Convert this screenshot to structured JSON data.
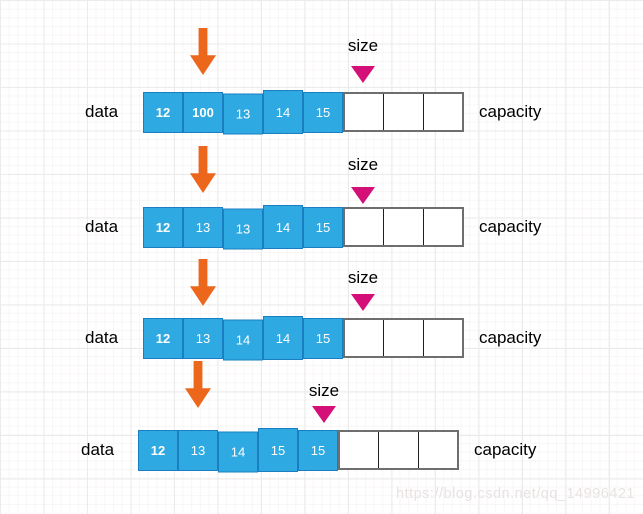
{
  "diagram": {
    "type": "vector-erase-shift-sequence",
    "colors": {
      "cell_fill": "#2ea9e1",
      "cell_border": "#1b7ec2",
      "empty_cell_border": "#6e6e6e",
      "arrow": "#ec671c",
      "size_marker": "#d41078",
      "label_text": "#000000",
      "cell_text": "#ffffff",
      "grid_line": "#ebebeb"
    },
    "rows": [
      {
        "data_label": "data",
        "capacity_label": "capacity",
        "size_label": "size",
        "cells": [
          {
            "value": "12",
            "bold": true
          },
          {
            "value": "100",
            "bold": true
          },
          {
            "value": "13",
            "bold": false
          },
          {
            "value": "14",
            "bold": false
          },
          {
            "value": "15",
            "bold": false
          }
        ],
        "empty_cell_count": 3,
        "arrow_points_to_index": 1,
        "size_marker_index": 5
      },
      {
        "data_label": "data",
        "capacity_label": "capacity",
        "size_label": "size",
        "cells": [
          {
            "value": "12",
            "bold": true
          },
          {
            "value": "13",
            "bold": false
          },
          {
            "value": "13",
            "bold": false
          },
          {
            "value": "14",
            "bold": false
          },
          {
            "value": "15",
            "bold": false
          }
        ],
        "empty_cell_count": 3,
        "arrow_points_to_index": 1,
        "size_marker_index": 5
      },
      {
        "data_label": "data",
        "capacity_label": "capacity",
        "size_label": "size",
        "cells": [
          {
            "value": "12",
            "bold": true
          },
          {
            "value": "13",
            "bold": false
          },
          {
            "value": "14",
            "bold": false
          },
          {
            "value": "14",
            "bold": false
          },
          {
            "value": "15",
            "bold": false
          }
        ],
        "empty_cell_count": 3,
        "arrow_points_to_index": 1,
        "size_marker_index": 5
      },
      {
        "data_label": "data",
        "capacity_label": "capacity",
        "size_label": "size",
        "cells": [
          {
            "value": "12",
            "bold": true
          },
          {
            "value": "13",
            "bold": false
          },
          {
            "value": "14",
            "bold": false
          },
          {
            "value": "15",
            "bold": false
          },
          {
            "value": "15",
            "bold": false
          }
        ],
        "empty_cell_count": 3,
        "arrow_points_to_index": 1,
        "size_marker_index": 4
      }
    ]
  },
  "watermark": "https://blog.csdn.net/qq_14996421"
}
